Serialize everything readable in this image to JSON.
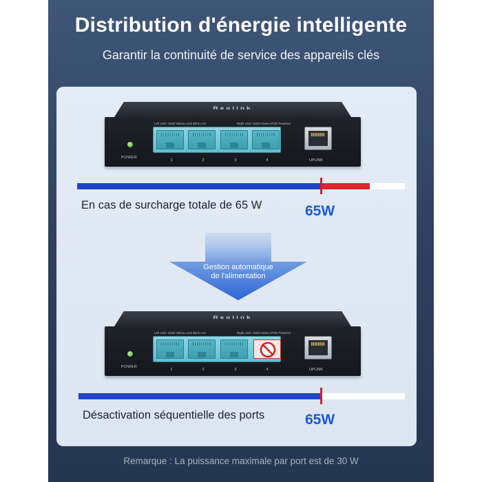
{
  "header": {
    "title": "Distribution d'énergie intelligente",
    "subtitle": "Garantir la continuité de service des appareils clés"
  },
  "device": {
    "brand": "Reolink",
    "left_led_note": "Left LED: Solid Yellow=Link  Blink=Act",
    "right_led_note": "Right LED: Solid Green=POE Powered",
    "power_label": "POWER",
    "port_numbers": [
      "1",
      "2",
      "3",
      "4"
    ],
    "uplink_label": "UPLINK"
  },
  "scenario_overload": {
    "caption": "En cas de surcharge totale de 65 W",
    "watts_label": "65W"
  },
  "arrow": {
    "line1": "Gestion automatique",
    "line2": "de l'alimentation"
  },
  "scenario_managed": {
    "caption": "Désactivation séquentielle des ports",
    "watts_label": "65W",
    "disabled_port": "4"
  },
  "footer": {
    "note": "Remarque : La puissance maximale par port est de 30 W"
  },
  "colors": {
    "background": "#2c3f5c",
    "panel": "#dfe8f4",
    "bar_blue": "#1e44c8",
    "bar_red": "#e0252b",
    "watts_blue": "#1c5ad6",
    "port_teal": "#62bfd0"
  },
  "icons": {
    "power": "green-led-icon",
    "disabled": "no-entry-icon",
    "arrow": "down-arrow-icon"
  }
}
